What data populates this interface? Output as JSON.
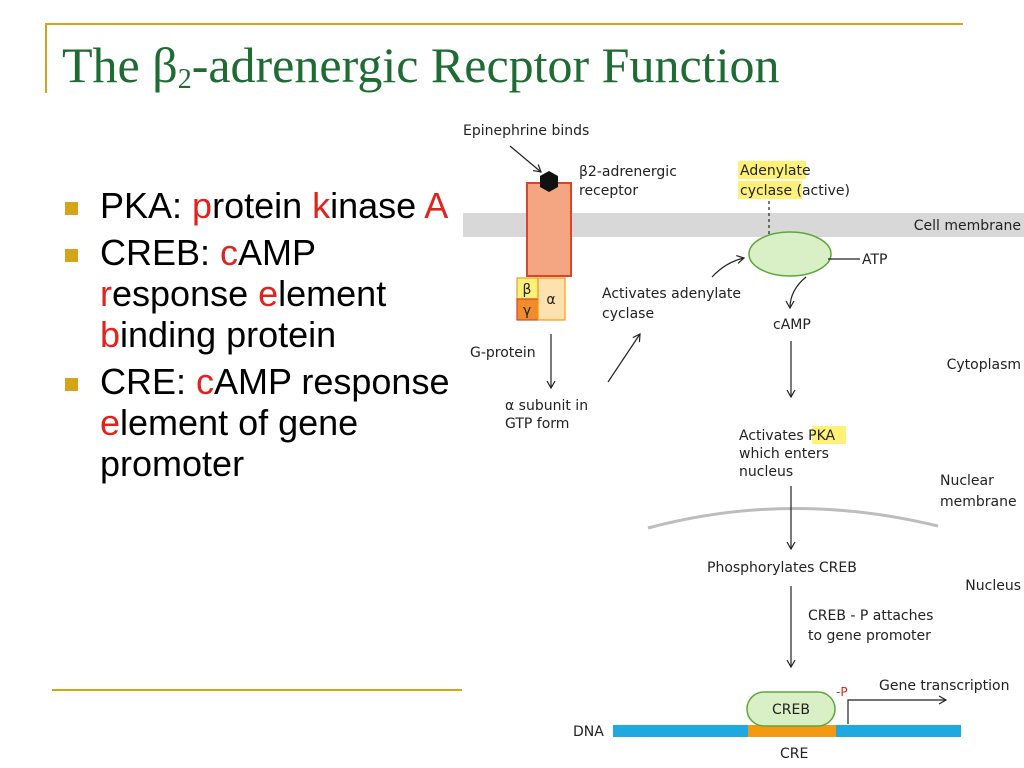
{
  "slide": {
    "title_prefix": "The ",
    "title_beta": "β",
    "title_sub": "2",
    "title_suffix": "-adrenergic Recptor Function",
    "bullets": [
      {
        "parts": [
          {
            "text": "PKA: ",
            "red": false
          },
          {
            "text": "p",
            "red": true
          },
          {
            "text": "rotein ",
            "red": false
          },
          {
            "text": "k",
            "red": true
          },
          {
            "text": "inase ",
            "red": false
          },
          {
            "text": "A",
            "red": true
          }
        ]
      },
      {
        "parts": [
          {
            "text": "CREB: ",
            "red": false
          },
          {
            "text": "c",
            "red": true
          },
          {
            "text": "AMP ",
            "red": false
          },
          {
            "text": "r",
            "red": true
          },
          {
            "text": "esponse ",
            "red": false
          },
          {
            "text": "e",
            "red": true
          },
          {
            "text": "lement ",
            "red": false
          },
          {
            "text": "b",
            "red": true
          },
          {
            "text": "inding protein",
            "red": false
          }
        ]
      },
      {
        "parts": [
          {
            "text": "CRE: ",
            "red": false
          },
          {
            "text": "c",
            "red": true
          },
          {
            "text": "AMP response ",
            "red": false
          },
          {
            "text": "e",
            "red": true
          },
          {
            "text": "lement of gene promoter",
            "red": false
          }
        ]
      }
    ]
  },
  "diagram": {
    "epinephrine_binds": "Epinephrine binds",
    "receptor_line1": "β2-adrenergic",
    "receptor_line2": "receptor",
    "adenylate_line1": "Adenylate",
    "adenylate_line2a": "cyclase",
    "adenylate_line2b": " (active)",
    "cell_membrane": "Cell membrane",
    "atp": "ATP",
    "beta": "β",
    "gamma": "γ",
    "alpha": "α",
    "activates_line1": "Activates adenylate",
    "activates_line2": "cyclase",
    "camp": "cAMP",
    "g_protein": "G-protein",
    "cytoplasm": "Cytoplasm",
    "alpha_sub_line1": "α subunit in",
    "alpha_sub_line2": "GTP form",
    "pka_line1a": "Activates ",
    "pka_line1b": "PKA",
    "pka_line2": "which enters",
    "pka_line3": "nucleus",
    "nuclear_line1": "Nuclear",
    "nuclear_line2": "membrane",
    "phosphorylates": "Phosphorylates CREB",
    "nucleus": "Nucleus",
    "creb_p_line1": "CREB - P attaches",
    "creb_p_line2": "to gene promoter",
    "p_label": "-P",
    "creb": "CREB",
    "gene_transcription": "Gene transcription",
    "dna": "DNA",
    "cre": "CRE"
  },
  "colors": {
    "title": "#1e6b33",
    "accent_gold": "#d4a419",
    "highlight_red": "#e0231c",
    "receptor_fill": "#f4a582",
    "receptor_stroke": "#d6452c",
    "membrane": "#d8d8d8",
    "cyclase_fill": "#d9efc5",
    "cyclase_stroke": "#5aa83a",
    "label_highlight": "#fff176",
    "dna_blue": "#1fa9e1",
    "cre_orange": "#f39a12"
  }
}
